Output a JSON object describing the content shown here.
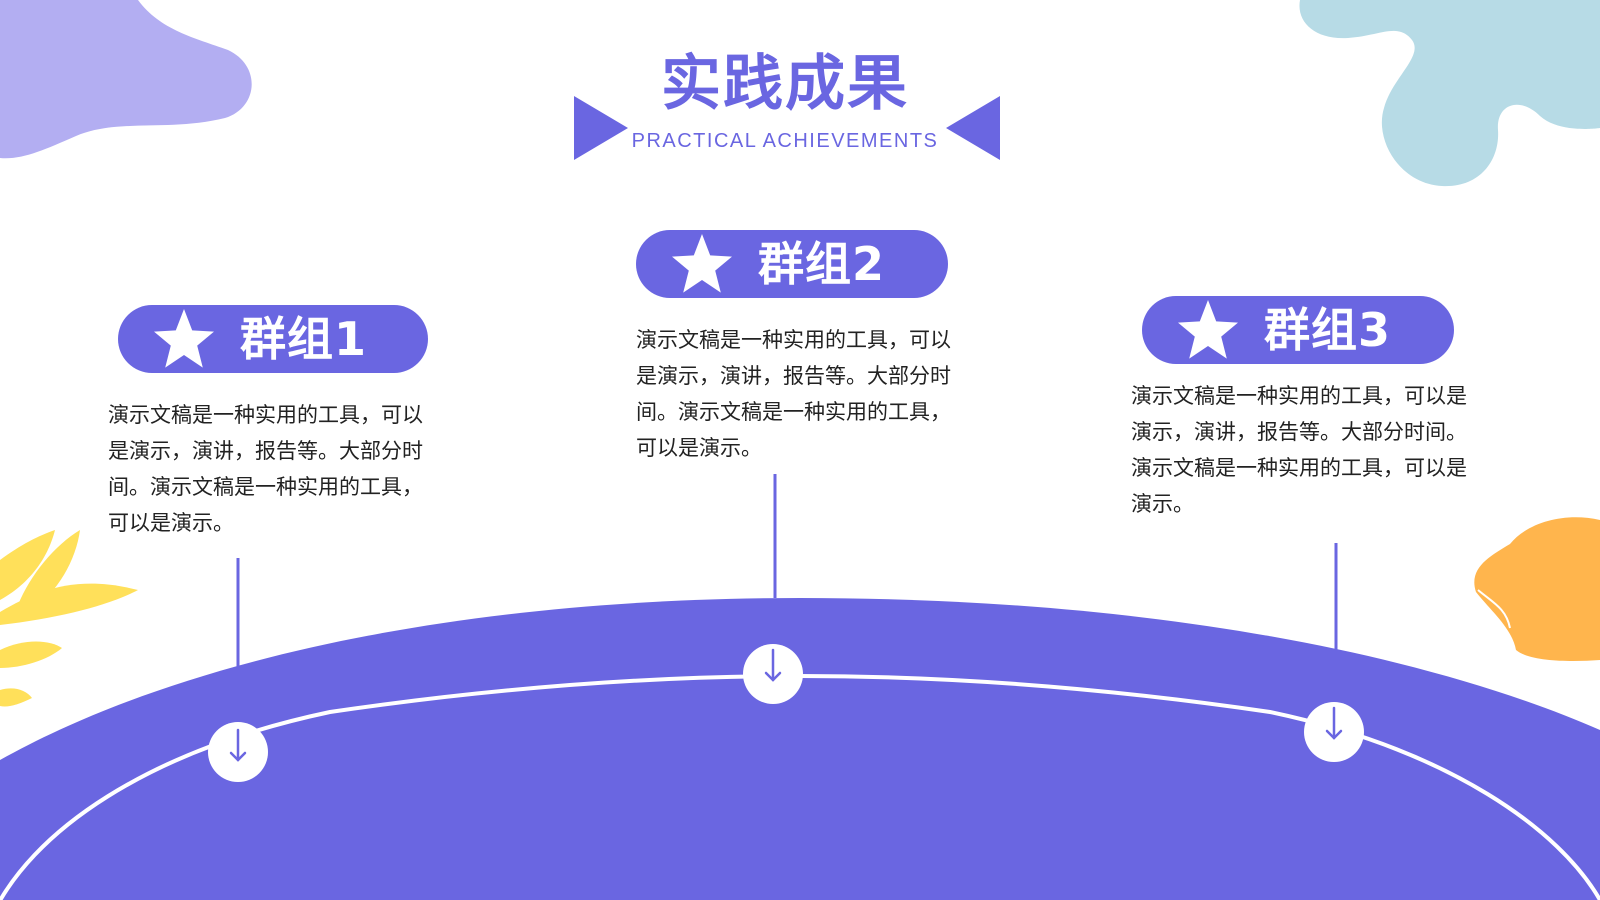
{
  "header": {
    "title": "实践成果",
    "subtitle": "PRACTICAL ACHIEVEMENTS"
  },
  "groups": [
    {
      "label": "群组1",
      "description": "演示文稿是一种实用的工具，可以是演示，演讲，报告等。大部分时间。演示文稿是一种实用的工具，可以是演示。"
    },
    {
      "label": "群组2",
      "description": "演示文稿是一种实用的工具，可以是演示，演讲，报告等。大部分时间。演示文稿是一种实用的工具，可以是演示。"
    },
    {
      "label": "群组3",
      "description": "演示文稿是一种实用的工具，可以是演示，演讲，报告等。大部分时间。演示文稿是一种实用的工具，可以是演示。"
    }
  ],
  "icons": {
    "group_marker": "star-icon",
    "timeline_marker": "arrow-down-icon"
  },
  "colors": {
    "primary": "#6a66e1",
    "blob_lilac": "#b3aef2",
    "blob_blue": "#b7dbe6",
    "leaf_yellow": "#ffe05a",
    "blob_orange": "#ffb54d",
    "text": "#222222"
  }
}
